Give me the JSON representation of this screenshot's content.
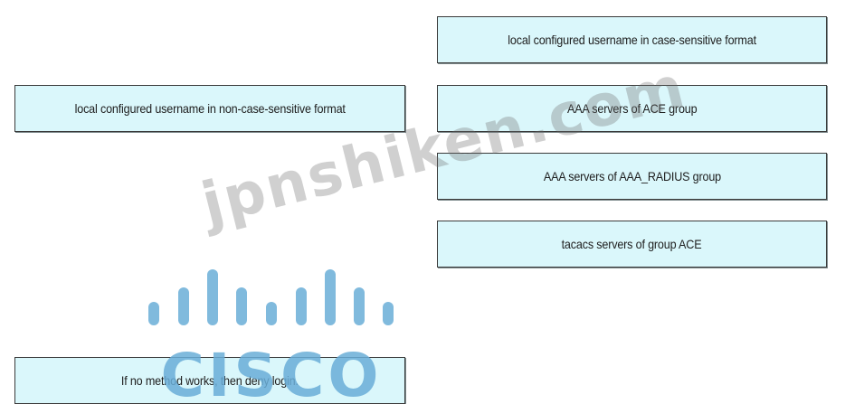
{
  "options": [
    {
      "id": "opt-1",
      "label": "local configured username in case-sensitive format"
    },
    {
      "id": "opt-2",
      "label": "local configured username in non-case-sensitive format"
    },
    {
      "id": "opt-3",
      "label": "AAA servers of ACE group"
    },
    {
      "id": "opt-4",
      "label": "AAA servers of AAA_RADIUS group"
    },
    {
      "id": "opt-5",
      "label": "tacacs servers of group ACE"
    },
    {
      "id": "opt-6",
      "label": "If no method works, then deny login."
    }
  ],
  "watermark": {
    "text": "jpnshiken.com",
    "logo_text": "CISCO",
    "color": "#6aaed8"
  },
  "colors": {
    "box_fill": "#daf7fb",
    "box_border": "#3a3a3a"
  }
}
